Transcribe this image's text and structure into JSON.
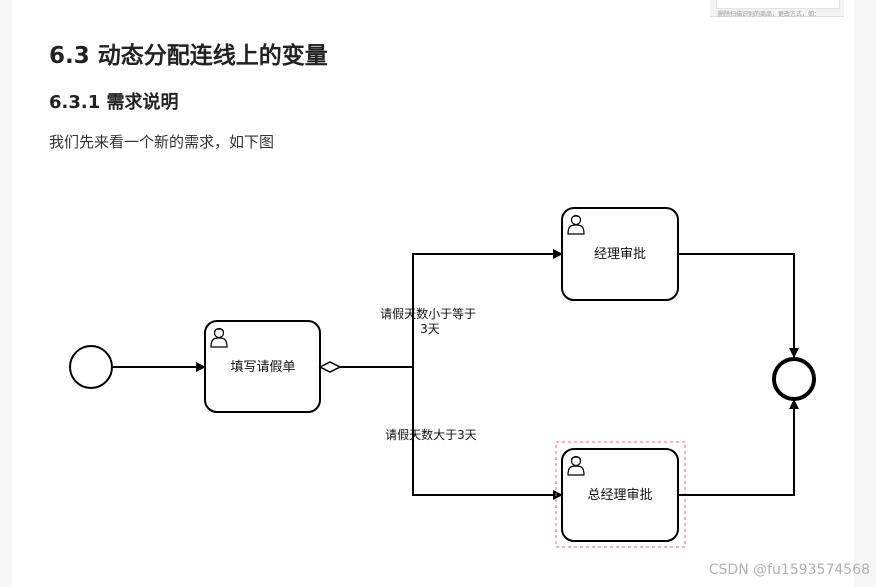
{
  "page": {
    "heading": "6.3 动态分配连线上的变量",
    "subheading": "6.3.1 需求说明",
    "paragraph": "我们先来看一个新的需求，如下图",
    "corner_snippet": "删除扫描识别的商品，更改方式，如：",
    "watermark": "CSDN @fu1593574568"
  },
  "diagram": {
    "tasks": {
      "fill_leave": "填写请假单",
      "manager_approve": "经理审批",
      "gm_approve": "总经理审批"
    },
    "flows": {
      "upper_condition": [
        "请假天数小于等于",
        "3天"
      ],
      "lower_condition": "请假天数大于3天"
    },
    "colors": {
      "stroke": "#000000",
      "selection": "#e06666"
    }
  }
}
